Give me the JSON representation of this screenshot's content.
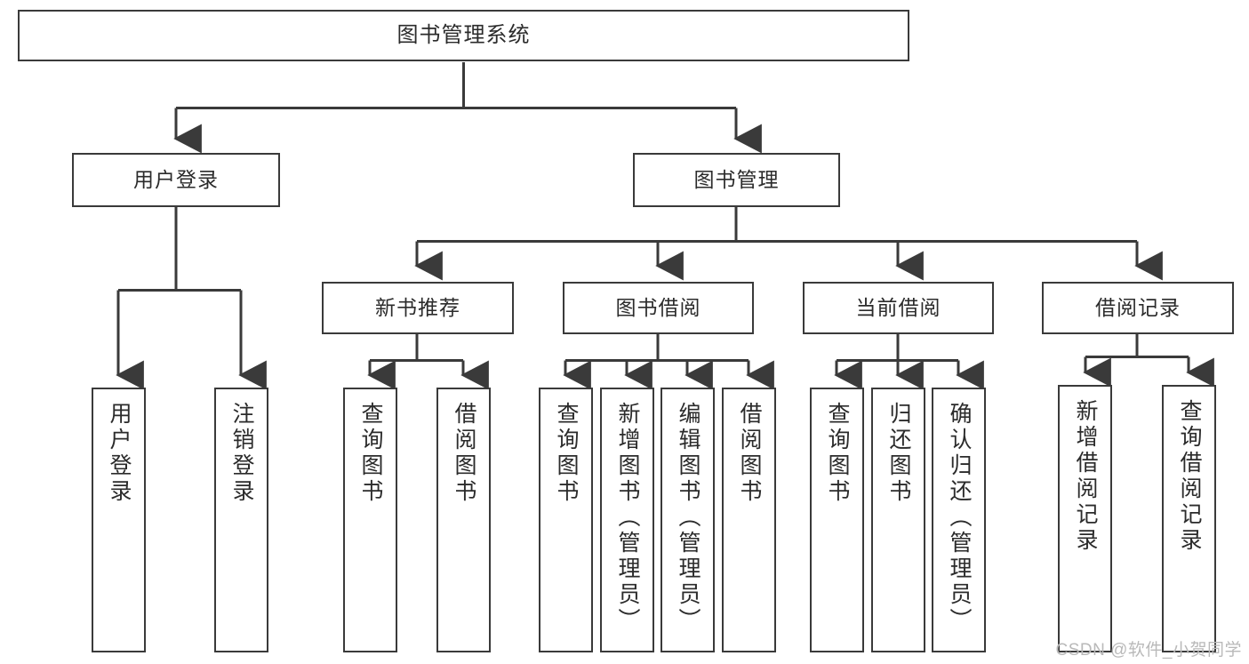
{
  "diagram": {
    "title": "图书管理系统",
    "watermark": "CSDN @软件_小贺同学",
    "colors": {
      "box_border": "#3a3a3a",
      "box_fill": "#ffffff",
      "connector": "#3a3a3a",
      "text": "#2b2b2b",
      "watermark": "#b9b9b9",
      "background": "#ffffff"
    },
    "root": {
      "label": "图书管理系统"
    },
    "level2": [
      {
        "label": "用户登录"
      },
      {
        "label": "图书管理"
      }
    ],
    "level3": [
      {
        "label": "新书推荐"
      },
      {
        "label": "图书借阅"
      },
      {
        "label": "当前借阅"
      },
      {
        "label": "借阅记录"
      }
    ],
    "leaves": {
      "user_login": [
        {
          "label": "用户登录"
        },
        {
          "label": "注销登录"
        }
      ],
      "new_book": [
        {
          "label": "查询图书"
        },
        {
          "label": "借阅图书"
        }
      ],
      "book_borrow": [
        {
          "label": "查询图书"
        },
        {
          "label": "新增图书（管理员）"
        },
        {
          "label": "编辑图书（管理员）"
        },
        {
          "label": "借阅图书"
        }
      ],
      "current_borrow": [
        {
          "label": "查询图书"
        },
        {
          "label": "归还图书"
        },
        {
          "label": "确认归还（管理员）"
        }
      ],
      "borrow_record": [
        {
          "label": "新增借阅记录"
        },
        {
          "label": "查询借阅记录"
        }
      ]
    }
  }
}
